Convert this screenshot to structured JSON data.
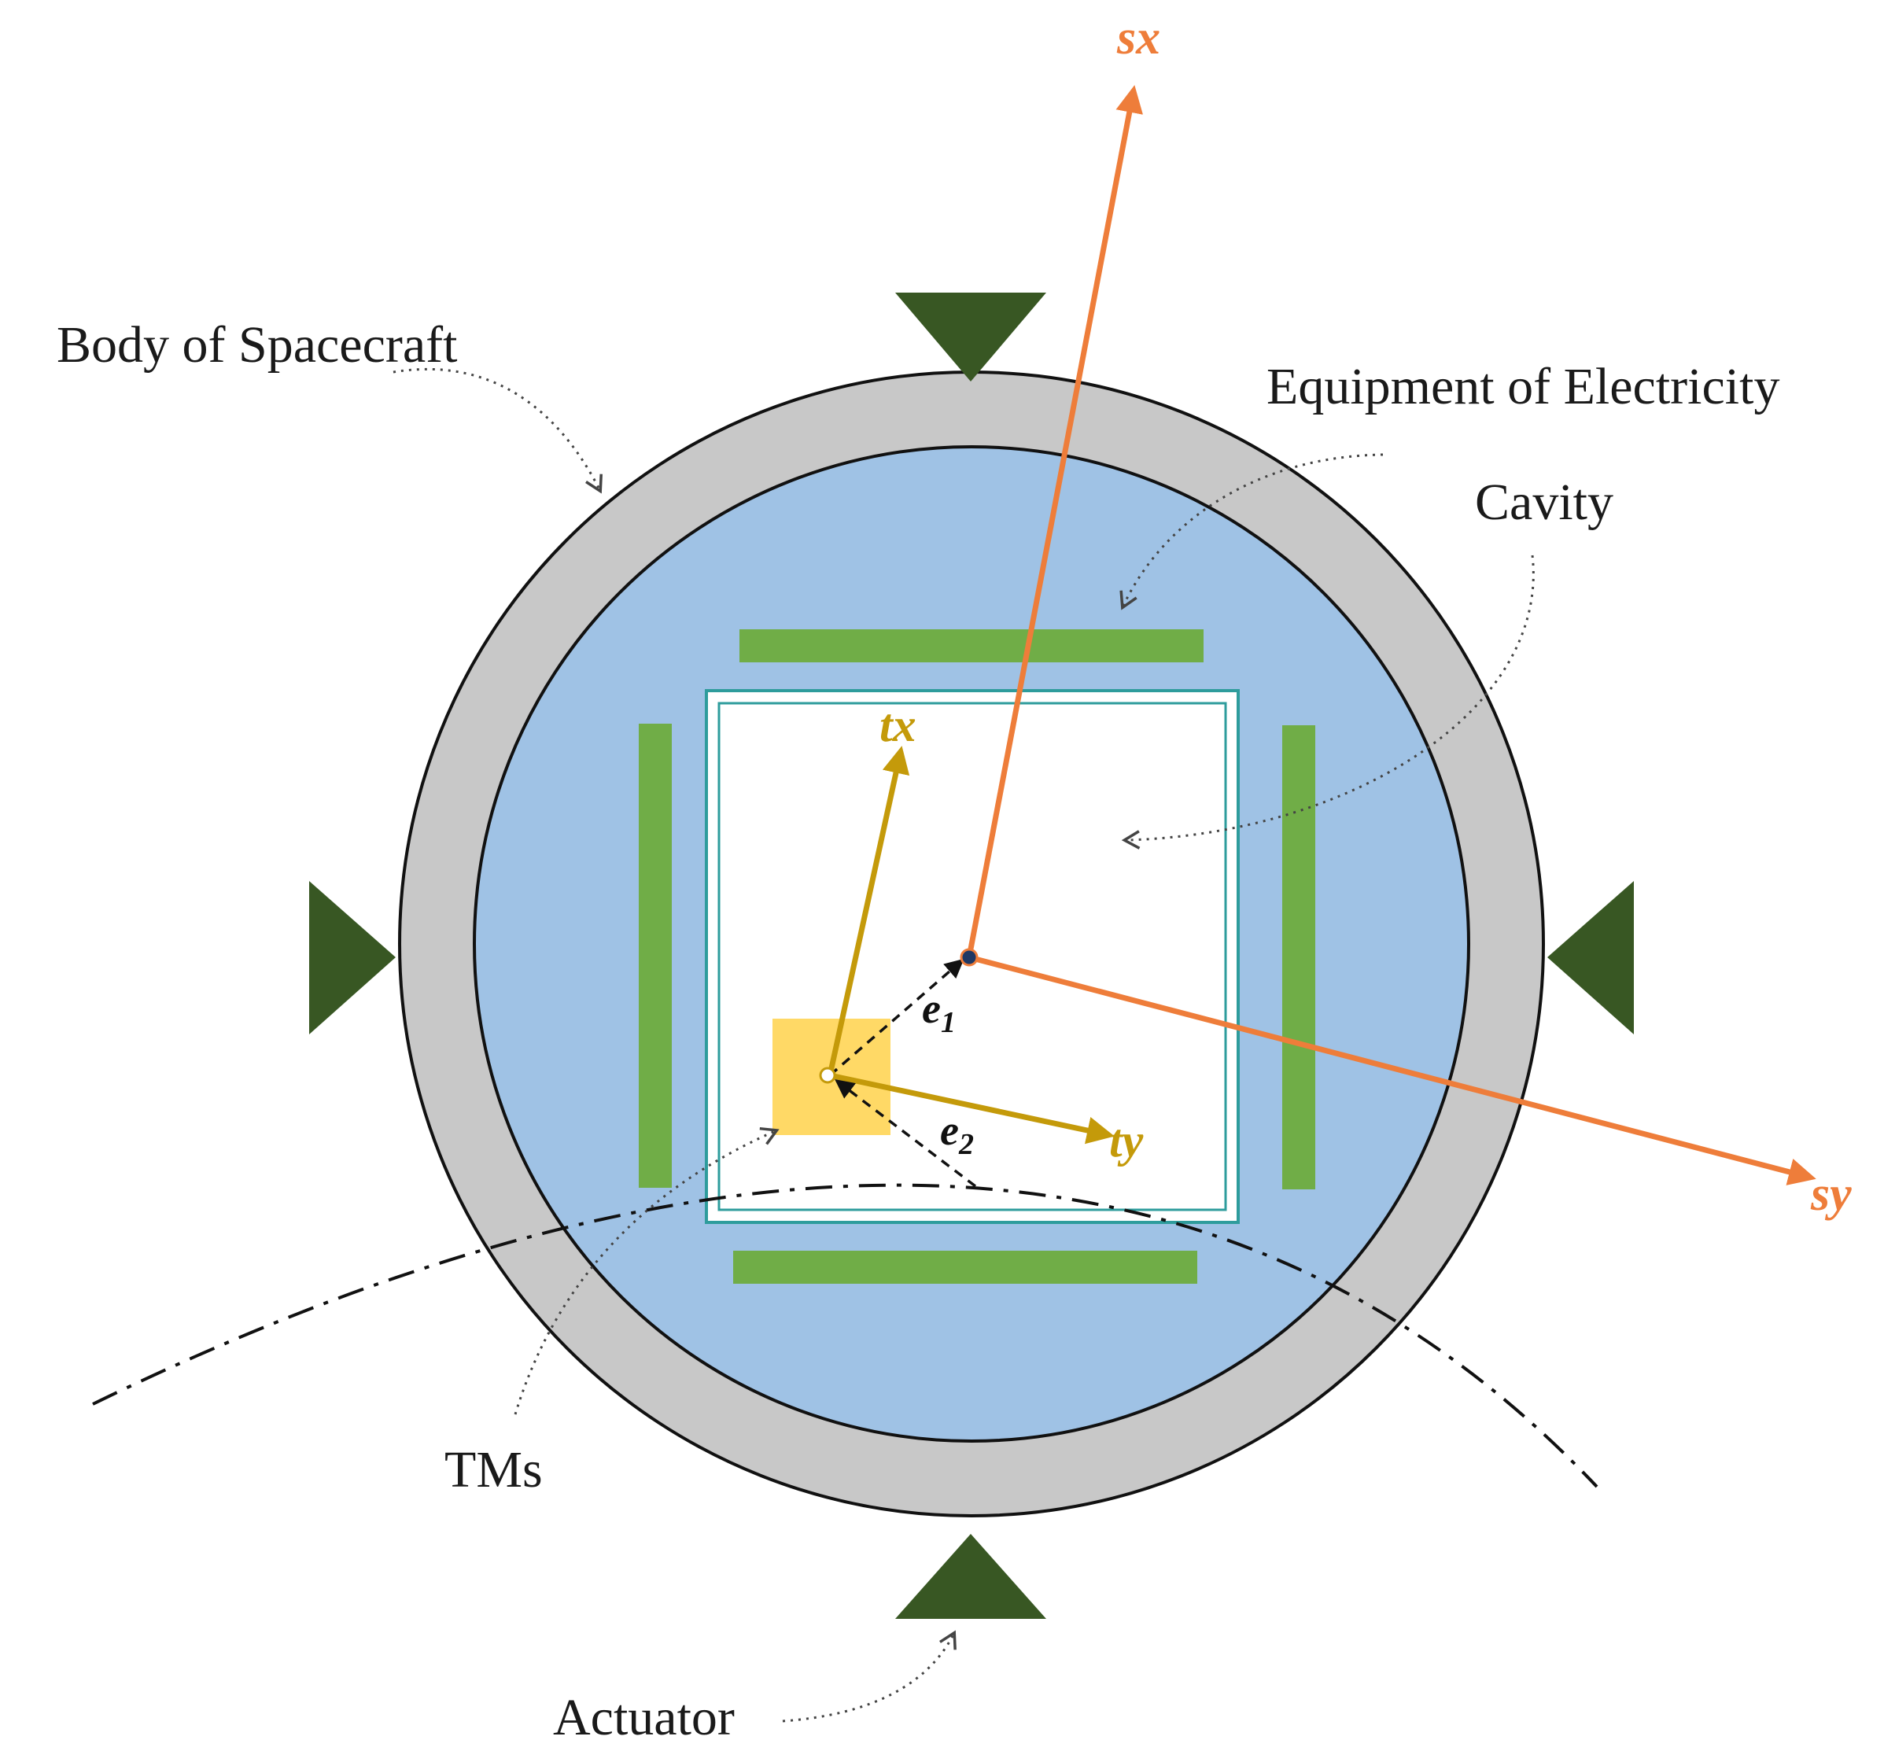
{
  "labels": {
    "body": "Body of Spacecraft",
    "equipment": "Equipment of Electricity",
    "cavity": "Cavity",
    "tms": "TMs",
    "actuator": "Actuator"
  },
  "axes": {
    "sx": "sx",
    "sy": "sy",
    "tx": "tx",
    "ty": "ty"
  },
  "vectors": {
    "e1": {
      "letter": "e",
      "sub": "1"
    },
    "e2": {
      "letter": "e",
      "sub": "2"
    }
  },
  "colors": {
    "spacecraft_ring": "#c8c8c8",
    "equipment_fill": "#9fc2e5",
    "electrode_green": "#70ad47",
    "actuator_dark_green": "#385723",
    "test_mass": "#ffd966",
    "spacecraft_axes": "#ee7d3a",
    "test_mass_axes": "#c49a0a",
    "cavity_border": "#2e9c9c"
  }
}
